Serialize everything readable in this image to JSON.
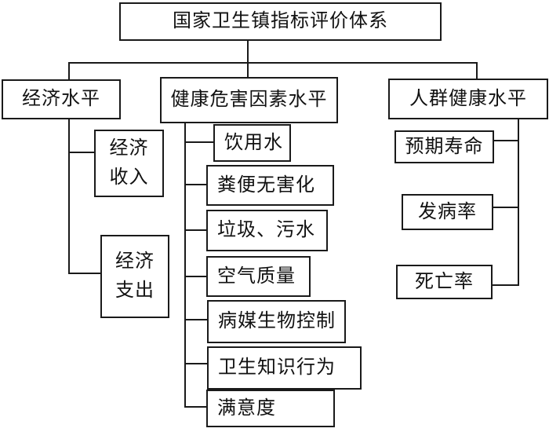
{
  "page": {
    "background_color": "#ffffff",
    "line_color": "#1a1a1a"
  },
  "diagram": {
    "root": {
      "label": "国家卫生镇指标评价体系"
    },
    "columns": [
      {
        "header": "经济水平",
        "children": [
          {
            "label": "经济\n收入"
          },
          {
            "label": "经济\n支出"
          }
        ]
      },
      {
        "header": "健康危害因素水平",
        "children": [
          {
            "label": "饮用水"
          },
          {
            "label": "粪便无害化"
          },
          {
            "label": "垃圾、污水"
          },
          {
            "label": "空气质量"
          },
          {
            "label": "病媒生物控制"
          },
          {
            "label": "卫生知识行为"
          },
          {
            "label": "满意度"
          }
        ]
      },
      {
        "header": "人群健康水平",
        "children": [
          {
            "label": "预期寿命"
          },
          {
            "label": "发病率"
          },
          {
            "label": "死亡率"
          }
        ]
      }
    ]
  }
}
